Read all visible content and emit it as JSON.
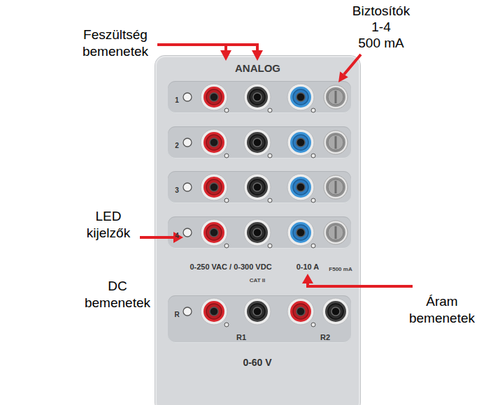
{
  "diagram": {
    "nodes": [
      {
        "text": [
          "ANALOG"
        ]
      },
      {
        "text": [
          "1"
        ],
        "in": 0
      },
      {
        "text": [
          "2"
        ],
        "in": 0
      },
      {
        "text": [
          "3"
        ],
        "in": 0
      },
      {
        "text": [
          "4"
        ],
        "in": 0
      },
      {
        "text": [
          "R",
          "R1",
          "R2"
        ],
        "in": 0
      }
    ],
    "labels": [
      "Feszültség bemenetek",
      "Biztosítók",
      "1-4",
      "500 mA",
      "LED kijelzők",
      "0-250 VAC / 0-300 VDC",
      "CAT II",
      "0-10 A",
      "F500 mA",
      "Áram bemenetek",
      "DC bemenetek",
      "0-60 V"
    ]
  }
}
